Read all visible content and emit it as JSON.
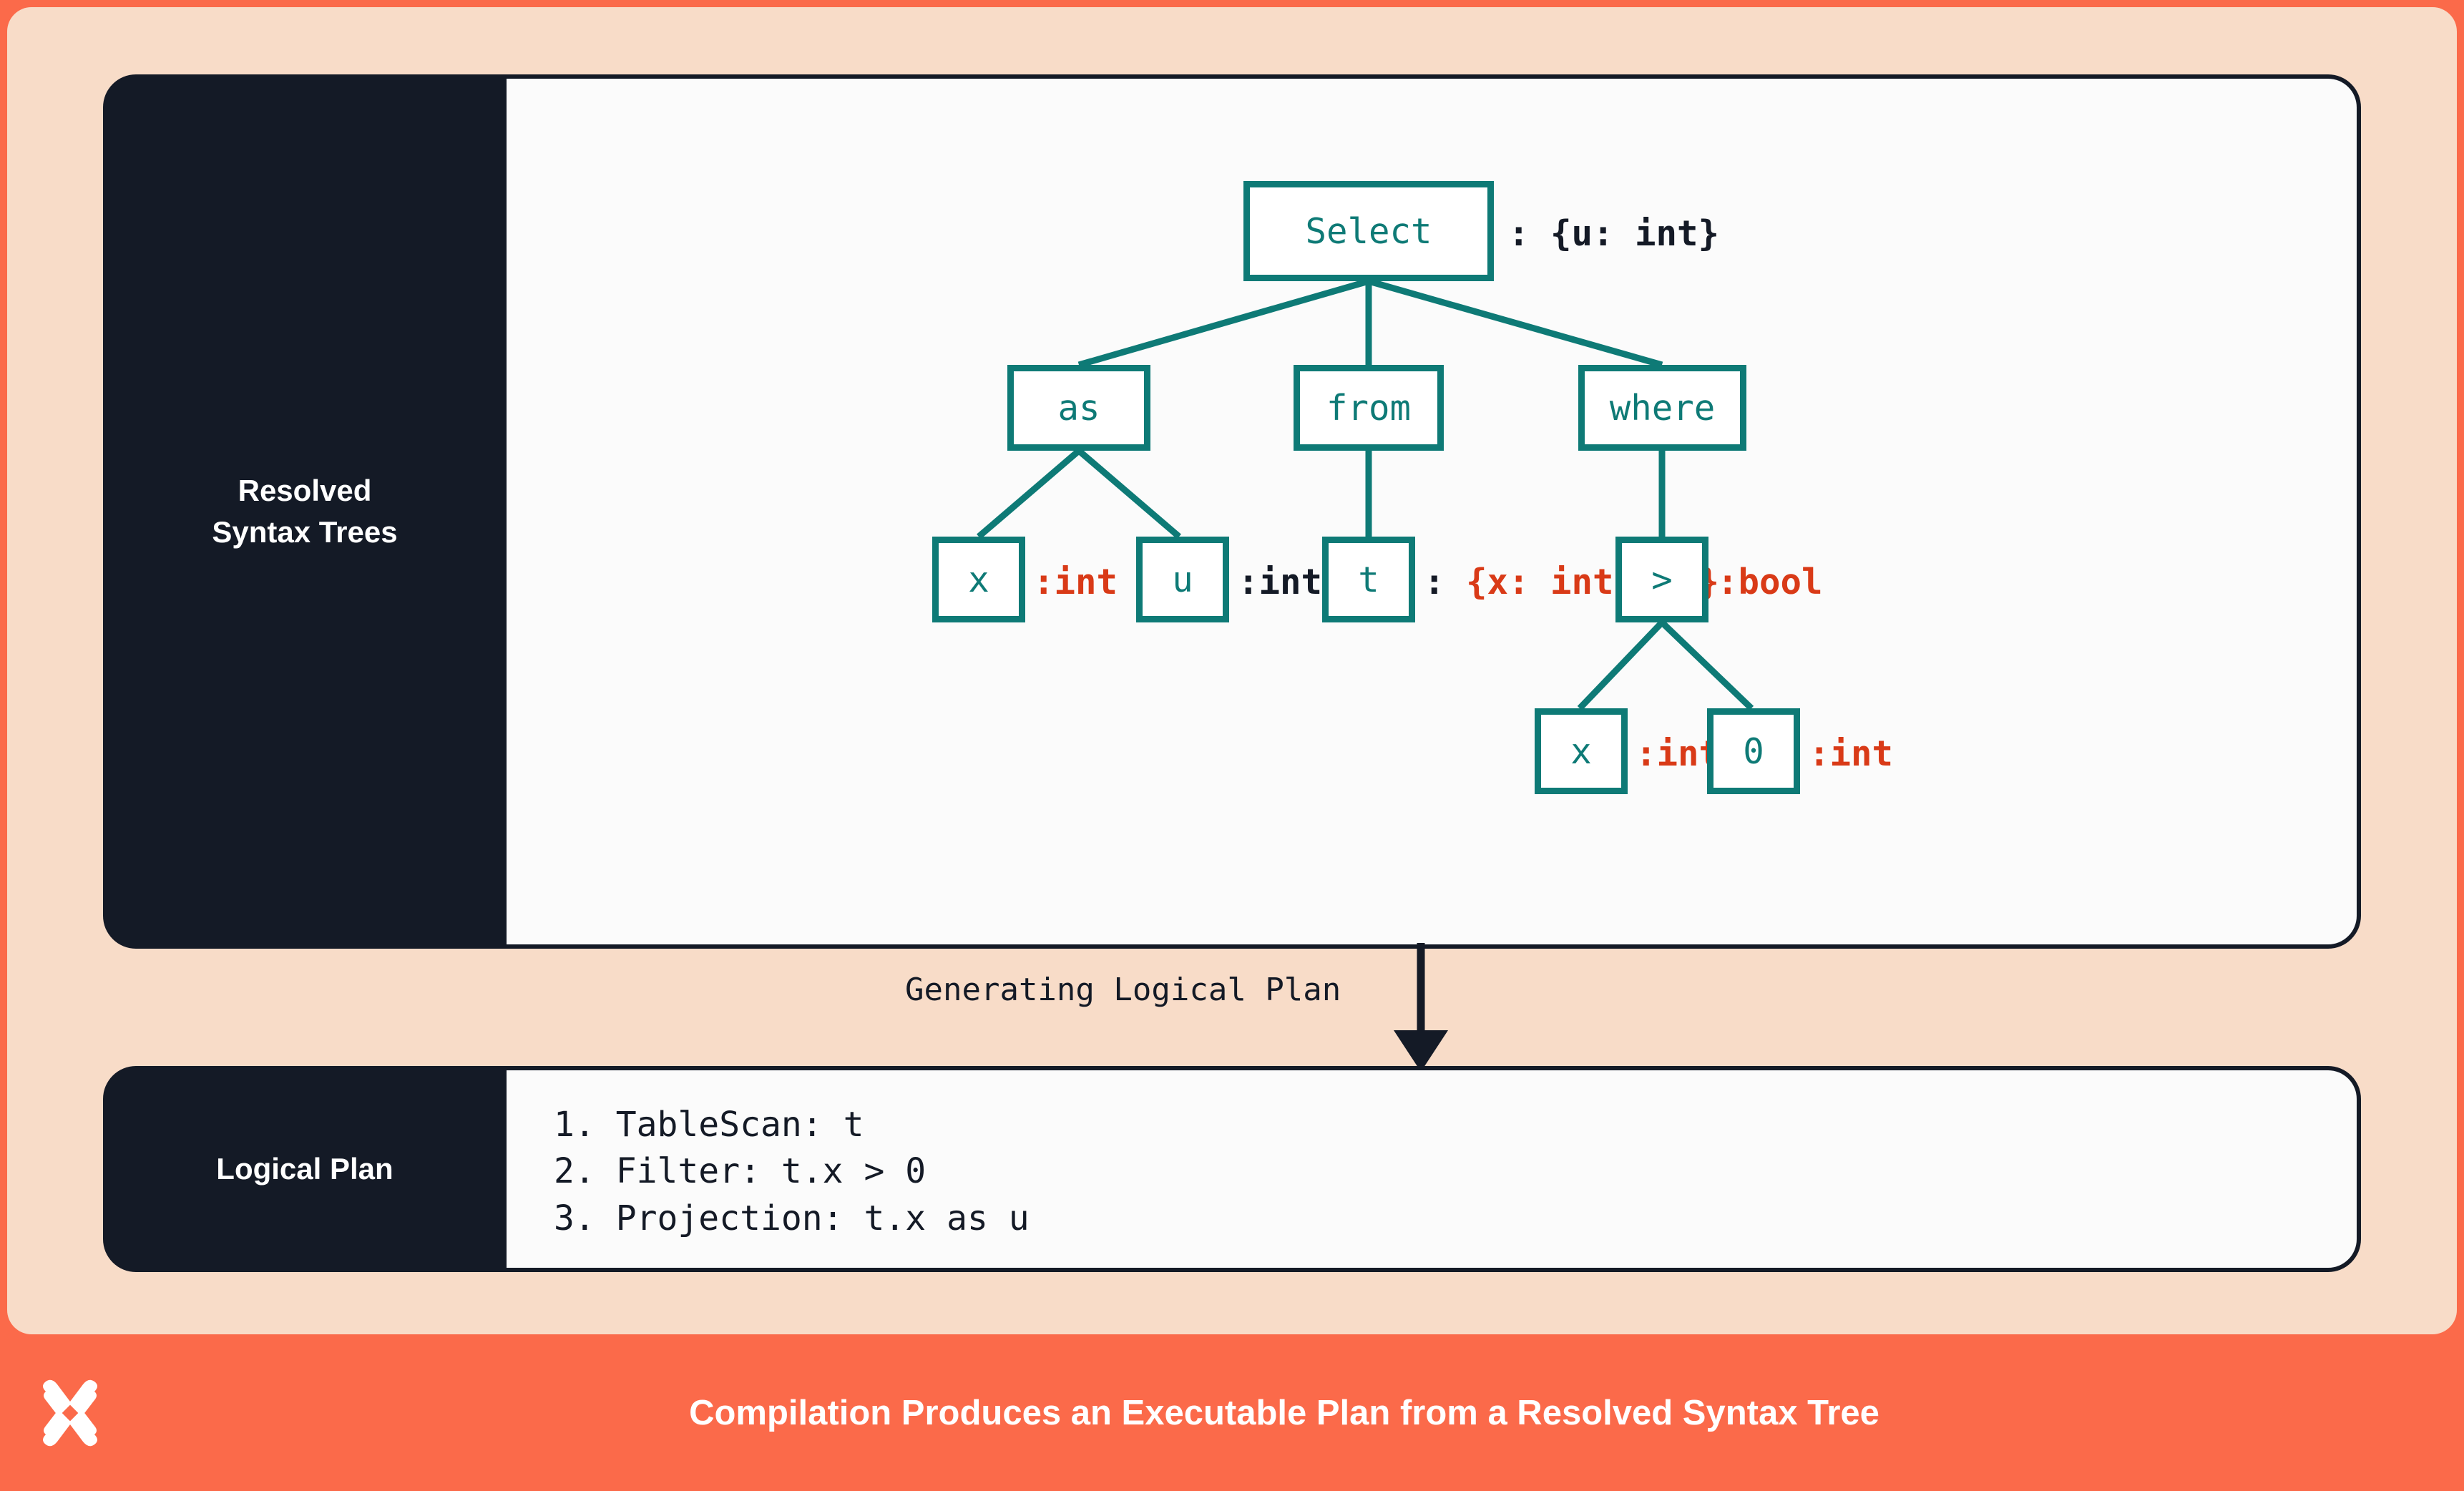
{
  "theme": {
    "frame_color": "#FB6A4A",
    "canvas_color": "#F8DCC8",
    "panel_dark": "#141A26",
    "panel_light": "#FBFBFB",
    "node_teal": "#0E7A76",
    "type_red": "#D93A17",
    "text_white": "#FFFFFF"
  },
  "panels": {
    "rst": {
      "label_line1": "Resolved",
      "label_line2": "Syntax Trees"
    },
    "logical_plan": {
      "label": "Logical Plan"
    }
  },
  "transition": {
    "label": "Generating Logical Plan",
    "arrow": "down-arrow"
  },
  "tree": {
    "nodes": [
      {
        "id": "select",
        "text": "Select",
        "annotation": ": {u: int}",
        "annotation_color": "dark"
      },
      {
        "id": "as",
        "text": "as",
        "annotation": "",
        "annotation_color": "none"
      },
      {
        "id": "from",
        "text": "from",
        "annotation": "",
        "annotation_color": "none"
      },
      {
        "id": "where",
        "text": "where",
        "annotation": "",
        "annotation_color": "none"
      },
      {
        "id": "as-x",
        "text": "x",
        "annotation": ":int",
        "annotation_color": "red"
      },
      {
        "id": "as-u",
        "text": "u",
        "annotation": ":int",
        "annotation_color": "dark"
      },
      {
        "id": "from-t",
        "text": "t",
        "annotation": ": {x: int,...}",
        "annotation_color": "mixed"
      },
      {
        "id": "gt",
        "text": ">",
        "annotation": ":bool",
        "annotation_color": "red"
      },
      {
        "id": "gt-x",
        "text": "x",
        "annotation": ":int",
        "annotation_color": "red"
      },
      {
        "id": "gt-0",
        "text": "0",
        "annotation": ":int",
        "annotation_color": "red"
      }
    ],
    "from_t_annotation": {
      "prefix": ": ",
      "type": "{x: int,...}"
    },
    "edges": [
      [
        "select",
        "as"
      ],
      [
        "select",
        "from"
      ],
      [
        "select",
        "where"
      ],
      [
        "as",
        "as-x"
      ],
      [
        "as",
        "as-u"
      ],
      [
        "from",
        "from-t"
      ],
      [
        "where",
        "gt"
      ],
      [
        "gt",
        "gt-x"
      ],
      [
        "gt",
        "gt-0"
      ]
    ]
  },
  "logical_plan": {
    "steps": [
      "1. TableScan: t",
      "2. Filter: t.x > 0",
      "3. Projection: t.x as u"
    ]
  },
  "footer": {
    "logo": "x-logo-icon",
    "caption": "Compilation Produces an Executable Plan from a Resolved Syntax Tree"
  }
}
